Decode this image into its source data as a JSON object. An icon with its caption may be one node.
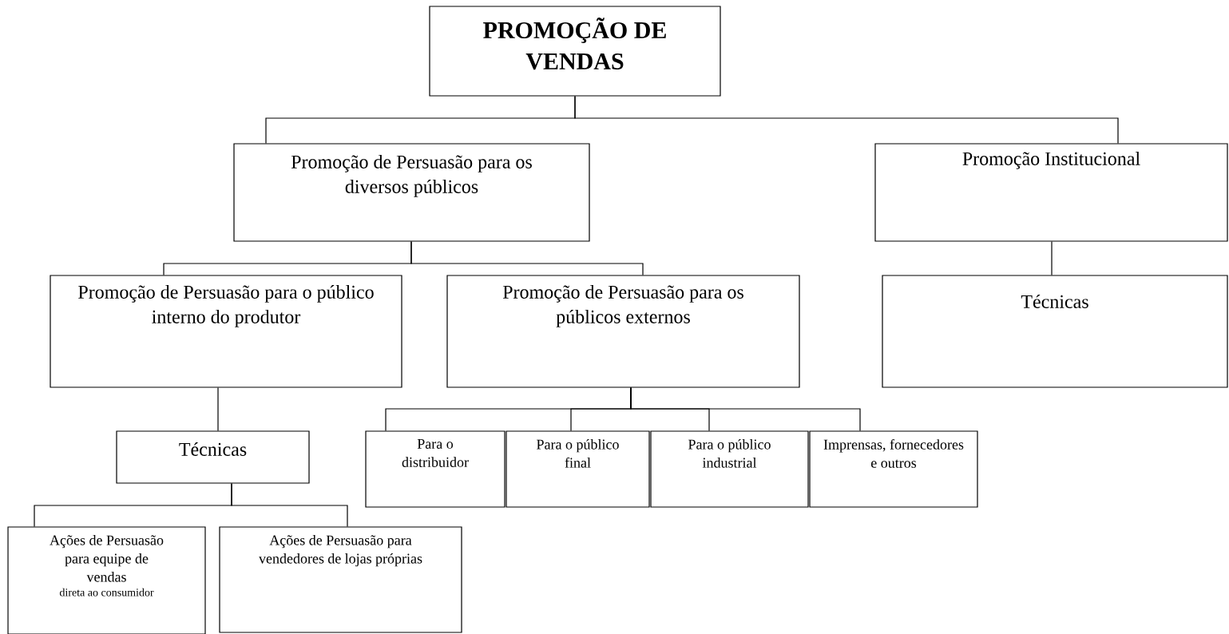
{
  "diagram": {
    "nodes": [
      {
        "text": [
          "PROMOÇÃO DE VENDAS"
        ]
      },
      {
        "text": [
          "Promoção de Persuasão para os diversos públicos"
        ]
      },
      {
        "text": [
          "Promoção Institucional"
        ]
      },
      {
        "text": [
          "Promoção de Persuasão para o público interno do produtor"
        ]
      },
      {
        "text": [
          "Promoção de Persuasão para os públicos externos"
        ]
      },
      {
        "text": [
          "Técnicas"
        ]
      },
      {
        "text": [
          "Técnicas"
        ]
      },
      {
        "text": [
          "Para o distribuidor"
        ]
      },
      {
        "text": [
          "Para o público final"
        ]
      },
      {
        "text": [
          "Para o público industrial"
        ]
      },
      {
        "text": [
          "Imprensas, fornecedores e outros"
        ]
      },
      {
        "text": [
          "Ações de Persuasão para equipe de vendas",
          "direta ao consumidor"
        ]
      },
      {
        "text": [
          "Ações de Persuasão para vendedores de lojas próprias"
        ]
      }
    ],
    "edges": [
      {
        "from": 0,
        "to": 1,
        "arrow": "none"
      },
      {
        "from": 0,
        "to": 2,
        "arrow": "none"
      },
      {
        "from": 1,
        "to": 3,
        "arrow": "none"
      },
      {
        "from": 1,
        "to": 4,
        "arrow": "none"
      },
      {
        "from": 2,
        "to": 5,
        "arrow": "none"
      },
      {
        "from": 3,
        "to": 6,
        "arrow": "none"
      },
      {
        "from": 4,
        "to": 7,
        "arrow": "none"
      },
      {
        "from": 4,
        "to": 8,
        "arrow": "none"
      },
      {
        "from": 4,
        "to": 9,
        "arrow": "none"
      },
      {
        "from": 4,
        "to": 10,
        "arrow": "none"
      },
      {
        "from": 6,
        "to": 11,
        "arrow": "none"
      },
      {
        "from": 6,
        "to": 12,
        "arrow": "none"
      }
    ]
  }
}
